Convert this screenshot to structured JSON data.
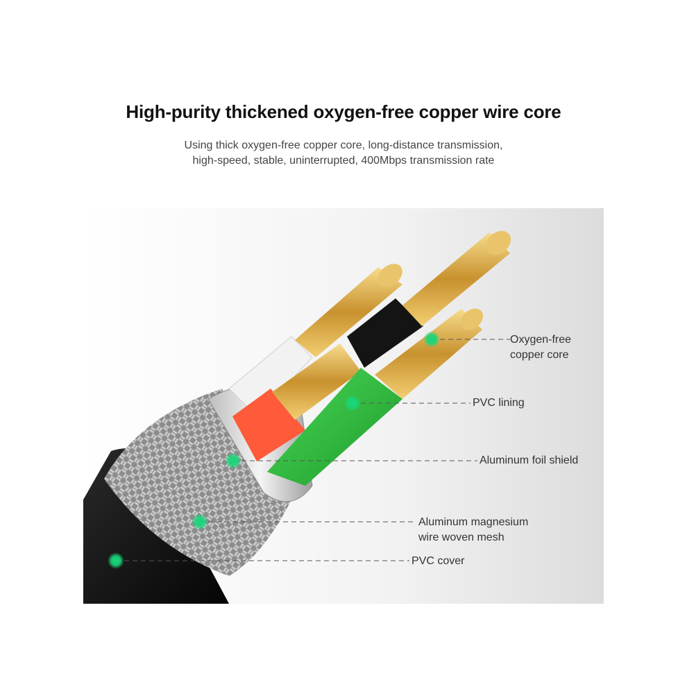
{
  "heading": {
    "title": "High-purity thickened oxygen-free copper wire core",
    "subtitle_line1": "Using thick oxygen-free copper core, long-distance transmission,",
    "subtitle_line2": "high-speed, stable, uninterrupted, 400Mbps transmission rate"
  },
  "callouts": {
    "oxygen_free": [
      "Oxygen-free",
      "copper core"
    ],
    "pvc_lining": "PVC lining",
    "foil_shield": "Aluminum foil shield",
    "woven_mesh": [
      "Aluminum magnesium",
      "wire woven mesh"
    ],
    "pvc_cover": "PVC cover"
  },
  "colors": {
    "marker": "#19d67a",
    "jacket": "#111111",
    "braid": "#9a9a9a",
    "foil": "#d9d9d9",
    "wire_red": "#ff5a3a",
    "wire_green": "#2fbd3c",
    "wire_white": "#f2f2f2",
    "wire_black": "#141414",
    "copper": "#d9a94b"
  }
}
